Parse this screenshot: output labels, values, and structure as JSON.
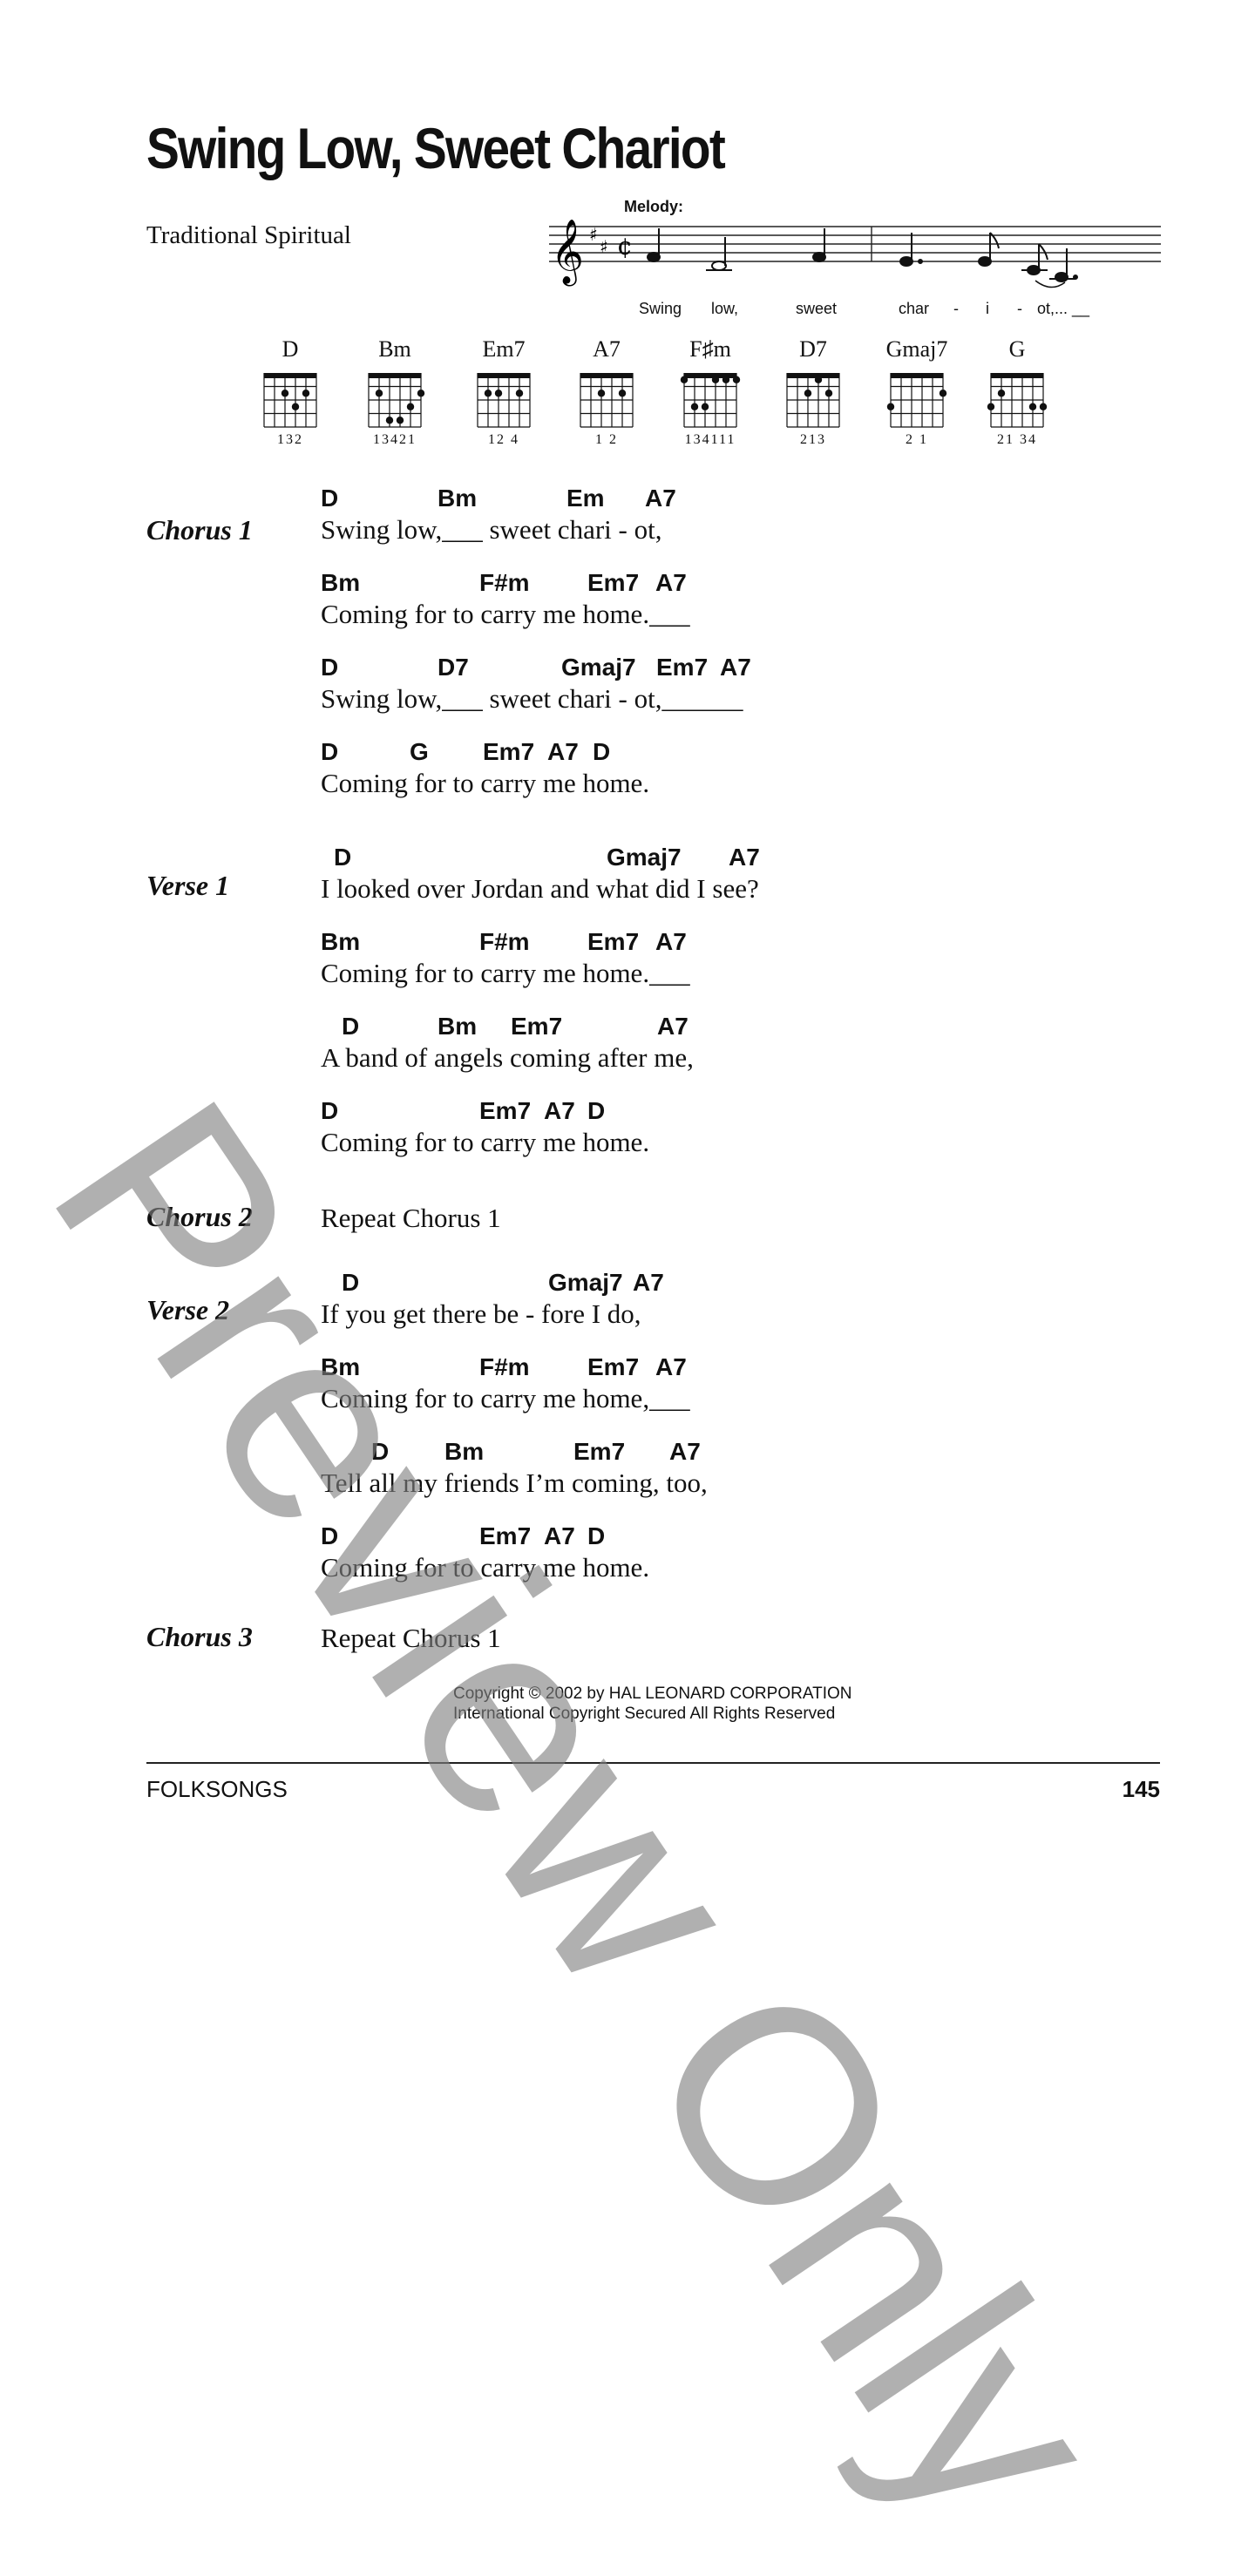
{
  "title": "Swing Low, Sweet Chariot",
  "composer": "Traditional Spiritual",
  "melody_label": "Melody:",
  "melody_lyrics": [
    "Swing",
    "low,",
    "sweet",
    "char",
    "-",
    "i",
    "-",
    "ot,... __"
  ],
  "chord_diagrams": [
    {
      "name": "D",
      "fingers": "132"
    },
    {
      "name": "Bm",
      "fingers": "13421"
    },
    {
      "name": "Em7",
      "fingers": "12 4"
    },
    {
      "name": "A7",
      "fingers": "1 2"
    },
    {
      "name": "F♯m",
      "fingers": "134111"
    },
    {
      "name": "D7",
      "fingers": "213"
    },
    {
      "name": "Gmaj7",
      "fingers": "2    1"
    },
    {
      "name": "G",
      "fingers": "21 34"
    }
  ],
  "sections": [
    {
      "label": "Chorus 1",
      "lines": [
        {
          "chords": [
            "D",
            "Bm",
            "Em",
            "A7"
          ],
          "lyric": "Swing low,___ sweet chari - ot,"
        },
        {
          "chords": [
            "Bm",
            "F#m",
            "Em7",
            "A7"
          ],
          "lyric": "Coming for to carry me home.___"
        },
        {
          "chords": [
            "D",
            "D7",
            "Gmaj7",
            "Em7",
            "A7"
          ],
          "lyric": "Swing low,___ sweet chari  -  ot,______"
        },
        {
          "chords": [
            "D",
            "G",
            "Em7",
            "A7",
            "D"
          ],
          "lyric": "Coming for to carry me home."
        }
      ]
    },
    {
      "label": "Verse 1",
      "lines": [
        {
          "chords": [
            "D",
            "Gmaj7",
            "A7"
          ],
          "lyric": "I looked over Jordan and what did I see?"
        },
        {
          "chords": [
            "Bm",
            "F#m",
            "Em7",
            "A7"
          ],
          "lyric": "Coming for to carry me home.___"
        },
        {
          "chords": [
            "D",
            "Bm",
            "Em7",
            "A7"
          ],
          "lyric": "A band of angels coming after me,"
        },
        {
          "chords": [
            "D",
            "Em7",
            "A7",
            "D"
          ],
          "lyric": "Coming for to carry me home."
        }
      ]
    },
    {
      "label": "Chorus 2",
      "repeat": "Repeat Chorus 1"
    },
    {
      "label": "Verse 2",
      "lines": [
        {
          "chords": [
            "D",
            "Gmaj7",
            "A7"
          ],
          "lyric": "If you get there be  -  fore I do,"
        },
        {
          "chords": [
            "Bm",
            "F#m",
            "Em7",
            "A7"
          ],
          "lyric": "Coming for to carry me home,___"
        },
        {
          "chords": [
            "D",
            "Bm",
            "Em7",
            "A7"
          ],
          "lyric": "Tell all my friends I’m coming, too,"
        },
        {
          "chords": [
            "D",
            "Em7",
            "A7",
            "D"
          ],
          "lyric": "Coming for to carry me home."
        }
      ]
    },
    {
      "label": "Chorus 3",
      "repeat": "Repeat Chorus 1"
    }
  ],
  "copyright_line1": "Copyright © 2002 by HAL LEONARD CORPORATION",
  "copyright_line2": "International Copyright Secured    All Rights Reserved",
  "footer_left": "FOLKSONGS",
  "page_number": "145",
  "watermark": "Preview Only"
}
